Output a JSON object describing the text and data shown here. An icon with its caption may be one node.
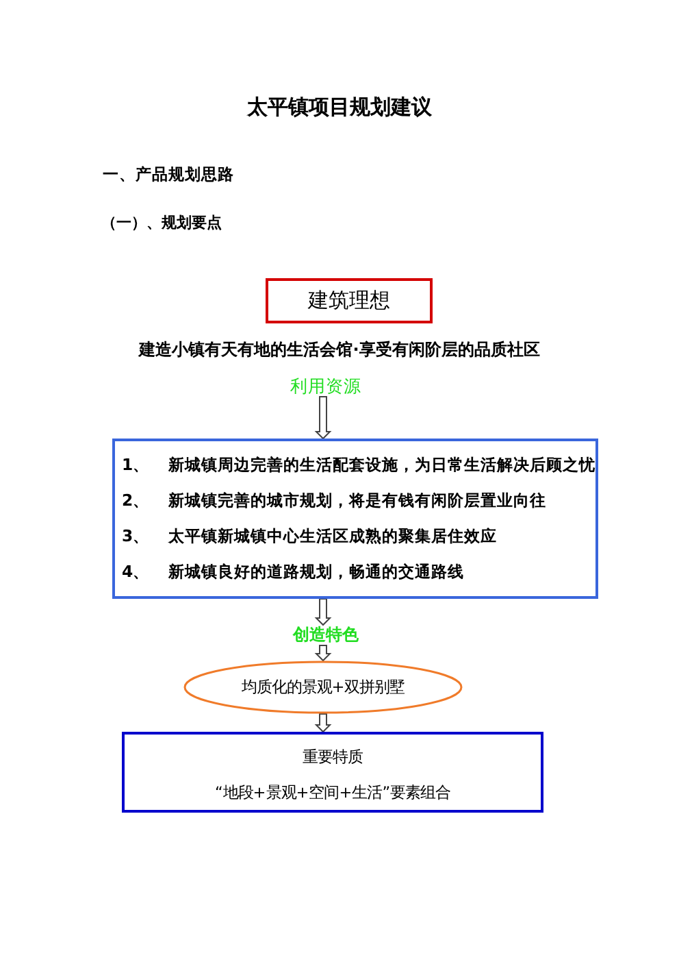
{
  "diagram": {
    "title": "太平镇项目规划建议",
    "nodes": [
      {
        "text": [
          "建筑理想"
        ]
      },
      {
        "text": [
          "利用资源"
        ]
      },
      {
        "text": [
          "1、",
          "新城镇周边完善的生活配套设施，为日常生活解决后顾之忧",
          "2、",
          "新城镇完善的城市规划，将是有钱有闲阶层置业向往",
          "3、",
          "太平镇新城镇中心生活区成熟的聚集居住效应",
          "4、",
          "新城镇良好的道路规划，畅通的交通路线"
        ]
      },
      {
        "text": [
          "创造特色"
        ]
      },
      {
        "text": [
          "均质化的景观+双拼别墅"
        ]
      },
      {
        "text": [
          "重要特质",
          "“地段+景观+空间+生活”要素组合"
        ]
      }
    ],
    "edges": [
      {
        "from": 1,
        "to": 2,
        "arrow": "to"
      },
      {
        "from": 2,
        "to": 3,
        "arrow": "to"
      },
      {
        "from": 3,
        "to": 4,
        "arrow": "to"
      },
      {
        "from": 4,
        "to": 5,
        "arrow": "to"
      }
    ],
    "labels": [
      "一、产品规划思路",
      "（一）、规划要点",
      "建造小镇有天有地的生活会馆·享受有闲阶层的品质社区"
    ]
  }
}
